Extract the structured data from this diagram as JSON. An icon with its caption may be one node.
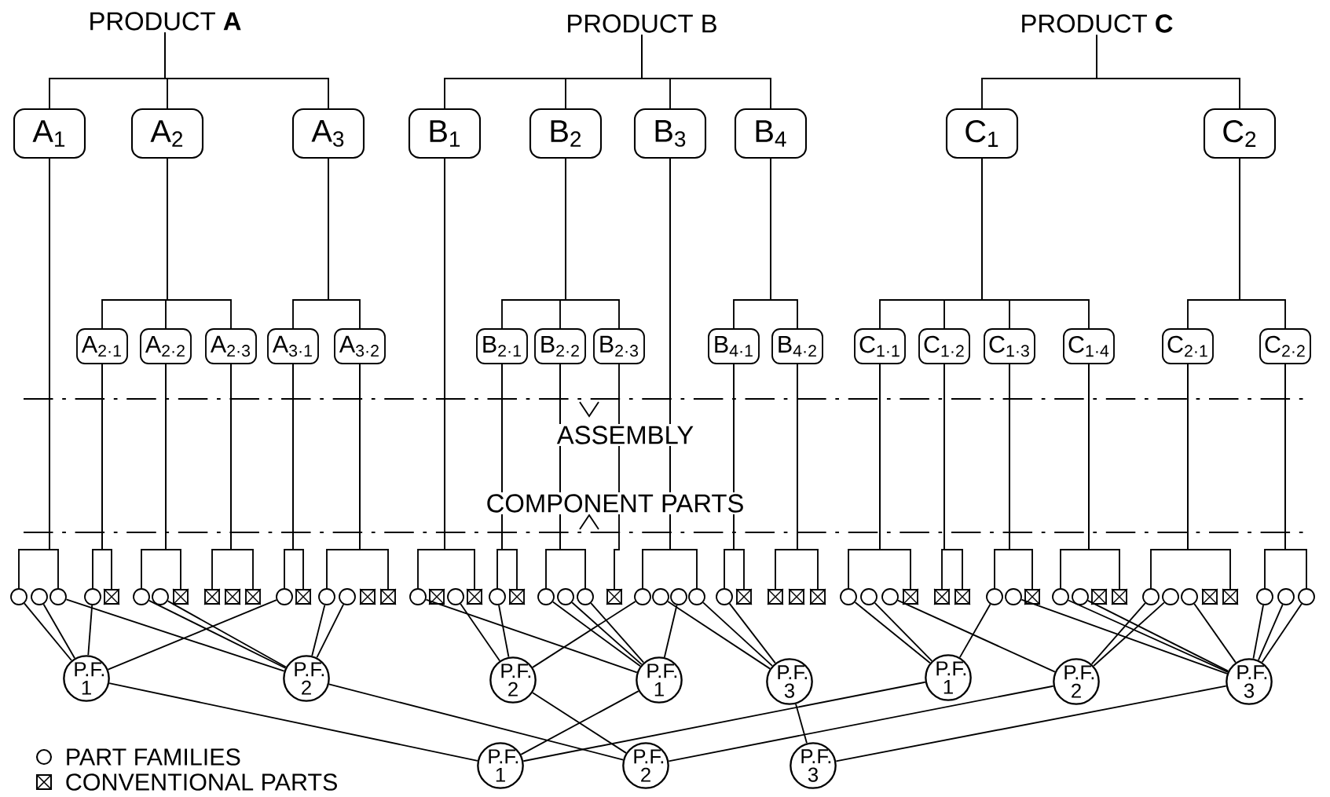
{
  "diagram": {
    "nodes": [
      {
        "text": [
          "PRODUCT **A**"
        ]
      },
      {
        "text": [
          "PRODUCT B"
        ]
      },
      {
        "text": [
          "PRODUCT **C**"
        ]
      },
      {
        "text": [
          "A$_{1}$"
        ]
      },
      {
        "text": [
          "A$_{2}$"
        ]
      },
      {
        "text": [
          "A$_{3}$"
        ]
      },
      {
        "text": [
          "B$_{1}$"
        ]
      },
      {
        "text": [
          "B$_{2}$"
        ]
      },
      {
        "text": [
          "B$_{3}$"
        ]
      },
      {
        "text": [
          "B$_{4}$"
        ]
      },
      {
        "text": [
          "C$_{1}$"
        ]
      },
      {
        "text": [
          "C$_{2}$"
        ]
      },
      {
        "text": [
          "A$_{2·1}$"
        ]
      },
      {
        "text": [
          "A$_{2·2}$"
        ]
      },
      {
        "text": [
          "A$_{2·3}$"
        ]
      },
      {
        "text": [
          "A$_{3·1}$"
        ]
      },
      {
        "text": [
          "A$_{3·2}$"
        ]
      },
      {
        "text": [
          "B$_{2·1}$"
        ]
      },
      {
        "text": [
          "B$_{2·2}$"
        ]
      },
      {
        "text": [
          "B$_{2·3}$"
        ]
      },
      {
        "text": [
          "B$_{4·1}$"
        ]
      },
      {
        "text": [
          "B$_{4·2}$"
        ]
      },
      {
        "text": [
          "C$_{1·1}$"
        ]
      },
      {
        "text": [
          "C$_{1·2}$"
        ]
      },
      {
        "text": [
          "C$_{1·3}$"
        ]
      },
      {
        "text": [
          "C$_{1·4}$"
        ]
      },
      {
        "text": [
          "C$_{2·1}$"
        ]
      },
      {
        "text": [
          "C$_{2·2}$"
        ]
      },
      {
        "text": [],
        "shape": "circle"
      },
      {
        "text": [],
        "shape": "circle"
      },
      {
        "text": [],
        "shape": "circle"
      },
      {
        "text": [],
        "shape": "circle"
      },
      {
        "text": [],
        "shape": "box"
      },
      {
        "text": [],
        "shape": "circle"
      },
      {
        "text": [],
        "shape": "circle"
      },
      {
        "text": [],
        "shape": "box"
      },
      {
        "text": [],
        "shape": "box"
      },
      {
        "text": [],
        "shape": "box"
      },
      {
        "text": [],
        "shape": "box"
      },
      {
        "text": [],
        "shape": "circle"
      },
      {
        "text": [],
        "shape": "box"
      },
      {
        "text": [],
        "shape": "circle"
      },
      {
        "text": [],
        "shape": "circle"
      },
      {
        "text": [],
        "shape": "box"
      },
      {
        "text": [],
        "shape": "box"
      },
      {
        "text": [],
        "shape": "circle"
      },
      {
        "text": [],
        "shape": "box"
      },
      {
        "text": [],
        "shape": "circle"
      },
      {
        "text": [],
        "shape": "box"
      },
      {
        "text": [],
        "shape": "circle"
      },
      {
        "text": [],
        "shape": "box"
      },
      {
        "text": [],
        "shape": "circle"
      },
      {
        "text": [],
        "shape": "circle"
      },
      {
        "text": [],
        "shape": "circle"
      },
      {
        "text": [],
        "shape": "box"
      },
      {
        "text": [],
        "shape": "circle"
      },
      {
        "text": [],
        "shape": "circle"
      },
      {
        "text": [],
        "shape": "circle"
      },
      {
        "text": [],
        "shape": "circle"
      },
      {
        "text": [],
        "shape": "circle"
      },
      {
        "text": [],
        "shape": "box"
      },
      {
        "text": [],
        "shape": "box"
      },
      {
        "text": [],
        "shape": "box"
      },
      {
        "text": [],
        "shape": "box"
      },
      {
        "text": [],
        "shape": "circle"
      },
      {
        "text": [],
        "shape": "circle"
      },
      {
        "text": [],
        "shape": "circle"
      },
      {
        "text": [],
        "shape": "box"
      },
      {
        "text": [],
        "shape": "box"
      },
      {
        "text": [],
        "shape": "box"
      },
      {
        "text": [],
        "shape": "circle"
      },
      {
        "text": [],
        "shape": "circle"
      },
      {
        "text": [],
        "shape": "box"
      },
      {
        "text": [],
        "shape": "circle"
      },
      {
        "text": [],
        "shape": "circle"
      },
      {
        "text": [],
        "shape": "box"
      },
      {
        "text": [],
        "shape": "box"
      },
      {
        "text": [],
        "shape": "circle"
      },
      {
        "text": [],
        "shape": "circle"
      },
      {
        "text": [],
        "shape": "circle"
      },
      {
        "text": [],
        "shape": "box"
      },
      {
        "text": [],
        "shape": "box"
      },
      {
        "text": [],
        "shape": "circle"
      },
      {
        "text": [],
        "shape": "circle"
      },
      {
        "text": [],
        "shape": "circle"
      },
      {
        "text": [
          "P.F. 1"
        ]
      },
      {
        "text": [
          "P.F. 2"
        ]
      },
      {
        "text": [
          "P.F. 2"
        ]
      },
      {
        "text": [
          "P.F. 1"
        ]
      },
      {
        "text": [
          "P.F. 3"
        ]
      },
      {
        "text": [
          "P.F. 1"
        ]
      },
      {
        "text": [
          "P.F. 2"
        ]
      },
      {
        "text": [
          "P.F. 3"
        ]
      },
      {
        "text": [
          "P.F. 1"
        ]
      },
      {
        "text": [
          "P.F. 2"
        ]
      },
      {
        "text": [
          "P.F. 3"
        ]
      }
    ],
    "edges": [
      {
        "from": 0,
        "to": 3,
        "arrow": "none"
      },
      {
        "from": 0,
        "to": 4,
        "arrow": "none"
      },
      {
        "from": 0,
        "to": 5,
        "arrow": "none"
      },
      {
        "from": 1,
        "to": 6,
        "arrow": "none"
      },
      {
        "from": 1,
        "to": 7,
        "arrow": "none"
      },
      {
        "from": 1,
        "to": 8,
        "arrow": "none"
      },
      {
        "from": 1,
        "to": 9,
        "arrow": "none"
      },
      {
        "from": 2,
        "to": 10,
        "arrow": "none"
      },
      {
        "from": 2,
        "to": 11,
        "arrow": "none"
      },
      {
        "from": 4,
        "to": 12,
        "arrow": "none"
      },
      {
        "from": 4,
        "to": 13,
        "arrow": "none"
      },
      {
        "from": 4,
        "to": 14,
        "arrow": "none"
      },
      {
        "from": 5,
        "to": 15,
        "arrow": "none"
      },
      {
        "from": 5,
        "to": 16,
        "arrow": "none"
      },
      {
        "from": 7,
        "to": 17,
        "arrow": "none"
      },
      {
        "from": 7,
        "to": 18,
        "arrow": "none"
      },
      {
        "from": 7,
        "to": 19,
        "arrow": "none"
      },
      {
        "from": 9,
        "to": 20,
        "arrow": "none"
      },
      {
        "from": 9,
        "to": 21,
        "arrow": "none"
      },
      {
        "from": 10,
        "to": 22,
        "arrow": "none"
      },
      {
        "from": 10,
        "to": 23,
        "arrow": "none"
      },
      {
        "from": 10,
        "to": 24,
        "arrow": "none"
      },
      {
        "from": 10,
        "to": 25,
        "arrow": "none"
      },
      {
        "from": 11,
        "to": 26,
        "arrow": "none"
      },
      {
        "from": 11,
        "to": 27,
        "arrow": "none"
      },
      {
        "from": 3,
        "to": 28,
        "arrow": "none"
      },
      {
        "from": 3,
        "to": 30,
        "arrow": "none"
      },
      {
        "from": 12,
        "to": 31,
        "arrow": "none"
      },
      {
        "from": 12,
        "to": 32,
        "arrow": "none"
      },
      {
        "from": 13,
        "to": 33,
        "arrow": "none"
      },
      {
        "from": 13,
        "to": 35,
        "arrow": "none"
      },
      {
        "from": 14,
        "to": 36,
        "arrow": "none"
      },
      {
        "from": 14,
        "to": 38,
        "arrow": "none"
      },
      {
        "from": 15,
        "to": 39,
        "arrow": "none"
      },
      {
        "from": 15,
        "to": 40,
        "arrow": "none"
      },
      {
        "from": 16,
        "to": 41,
        "arrow": "none"
      },
      {
        "from": 16,
        "to": 44,
        "arrow": "none"
      },
      {
        "from": 6,
        "to": 45,
        "arrow": "none"
      },
      {
        "from": 6,
        "to": 48,
        "arrow": "none"
      },
      {
        "from": 17,
        "to": 49,
        "arrow": "none"
      },
      {
        "from": 17,
        "to": 50,
        "arrow": "none"
      },
      {
        "from": 18,
        "to": 51,
        "arrow": "none"
      },
      {
        "from": 18,
        "to": 53,
        "arrow": "none"
      },
      {
        "from": 19,
        "to": 54,
        "arrow": "none"
      },
      {
        "from": 8,
        "to": 55,
        "arrow": "none"
      },
      {
        "from": 8,
        "to": 58,
        "arrow": "none"
      },
      {
        "from": 20,
        "to": 59,
        "arrow": "none"
      },
      {
        "from": 20,
        "to": 60,
        "arrow": "none"
      },
      {
        "from": 21,
        "to": 61,
        "arrow": "none"
      },
      {
        "from": 21,
        "to": 63,
        "arrow": "none"
      },
      {
        "from": 22,
        "to": 64,
        "arrow": "none"
      },
      {
        "from": 22,
        "to": 67,
        "arrow": "none"
      },
      {
        "from": 23,
        "to": 68,
        "arrow": "none"
      },
      {
        "from": 23,
        "to": 69,
        "arrow": "none"
      },
      {
        "from": 24,
        "to": 70,
        "arrow": "none"
      },
      {
        "from": 24,
        "to": 72,
        "arrow": "none"
      },
      {
        "from": 25,
        "to": 73,
        "arrow": "none"
      },
      {
        "from": 25,
        "to": 76,
        "arrow": "none"
      },
      {
        "from": 26,
        "to": 77,
        "arrow": "none"
      },
      {
        "from": 26,
        "to": 81,
        "arrow": "none"
      },
      {
        "from": 27,
        "to": 82,
        "arrow": "none"
      },
      {
        "from": 27,
        "to": 84,
        "arrow": "none"
      },
      {
        "from": 28,
        "to": 85,
        "arrow": "none"
      },
      {
        "from": 29,
        "to": 85,
        "arrow": "none"
      },
      {
        "from": 30,
        "to": 86,
        "arrow": "none"
      },
      {
        "from": 31,
        "to": 85,
        "arrow": "none"
      },
      {
        "from": 33,
        "to": 86,
        "arrow": "none"
      },
      {
        "from": 34,
        "to": 86,
        "arrow": "none"
      },
      {
        "from": 39,
        "to": 85,
        "arrow": "none"
      },
      {
        "from": 41,
        "to": 86,
        "arrow": "none"
      },
      {
        "from": 42,
        "to": 86,
        "arrow": "none"
      },
      {
        "from": 45,
        "to": 88,
        "arrow": "none"
      },
      {
        "from": 47,
        "to": 87,
        "arrow": "none"
      },
      {
        "from": 49,
        "to": 87,
        "arrow": "none"
      },
      {
        "from": 51,
        "to": 88,
        "arrow": "none"
      },
      {
        "from": 52,
        "to": 88,
        "arrow": "none"
      },
      {
        "from": 53,
        "to": 88,
        "arrow": "none"
      },
      {
        "from": 55,
        "to": 87,
        "arrow": "none"
      },
      {
        "from": 57,
        "to": 88,
        "arrow": "none"
      },
      {
        "from": 56,
        "to": 89,
        "arrow": "none"
      },
      {
        "from": 58,
        "to": 89,
        "arrow": "none"
      },
      {
        "from": 59,
        "to": 89,
        "arrow": "none"
      },
      {
        "from": 64,
        "to": 90,
        "arrow": "none"
      },
      {
        "from": 65,
        "to": 90,
        "arrow": "none"
      },
      {
        "from": 66,
        "to": 91,
        "arrow": "none"
      },
      {
        "from": 70,
        "to": 90,
        "arrow": "none"
      },
      {
        "from": 71,
        "to": 92,
        "arrow": "none"
      },
      {
        "from": 73,
        "to": 92,
        "arrow": "none"
      },
      {
        "from": 74,
        "to": 92,
        "arrow": "none"
      },
      {
        "from": 77,
        "to": 91,
        "arrow": "none"
      },
      {
        "from": 78,
        "to": 91,
        "arrow": "none"
      },
      {
        "from": 79,
        "to": 92,
        "arrow": "none"
      },
      {
        "from": 82,
        "to": 92,
        "arrow": "none"
      },
      {
        "from": 83,
        "to": 92,
        "arrow": "none"
      },
      {
        "from": 84,
        "to": 92,
        "arrow": "none"
      },
      {
        "from": 85,
        "to": 93,
        "arrow": "none"
      },
      {
        "from": 86,
        "to": 94,
        "arrow": "none"
      },
      {
        "from": 87,
        "to": 94,
        "arrow": "none"
      },
      {
        "from": 88,
        "to": 93,
        "arrow": "none"
      },
      {
        "from": 89,
        "to": 95,
        "arrow": "none"
      },
      {
        "from": 90,
        "to": 93,
        "arrow": "none"
      },
      {
        "from": 91,
        "to": 94,
        "arrow": "none"
      },
      {
        "from": 92,
        "to": 95,
        "arrow": "none"
      }
    ],
    "labels": [
      "ASSEMBLY",
      "COMPONENT PARTS"
    ],
    "legend": [
      {
        "text": "PART FAMILIES"
      },
      {
        "text": "CONVENTIONAL PARTS"
      }
    ]
  }
}
